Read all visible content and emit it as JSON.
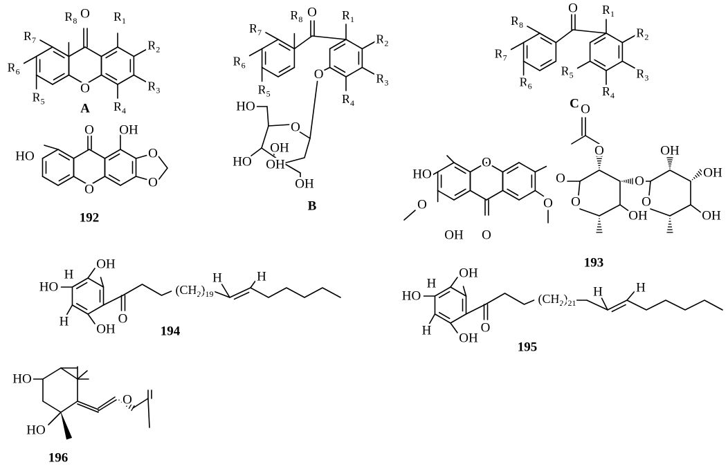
{
  "atoms": {
    "O": "O",
    "OH": "OH",
    "HO": "HO",
    "H": "H",
    "R": "R"
  },
  "structures": [
    {
      "id": "A",
      "substituents": [
        "R1",
        "R2",
        "R3",
        "R4",
        "R5",
        "R6",
        "R7",
        "R8"
      ]
    },
    {
      "id": "B",
      "substituents": [
        "R1",
        "R2",
        "R3",
        "R4",
        "R5",
        "R6",
        "R7",
        "R8"
      ]
    },
    {
      "id": "C",
      "substituents": [
        "R1",
        "R2",
        "R3",
        "R4",
        "R5",
        "R6",
        "R7",
        "R8"
      ]
    },
    {
      "id": "192"
    },
    {
      "id": "193"
    },
    {
      "id": "194",
      "chain": "(CH2)19"
    },
    {
      "id": "195",
      "chain": "(CH2)21"
    },
    {
      "id": "196"
    }
  ],
  "labels": {
    "A": "A",
    "B": "B",
    "C": "C",
    "c192": "192",
    "c193": "193",
    "c194": "194",
    "c195": "195",
    "c196": "196",
    "ch2": "(CH",
    "ch2sub": "2",
    "ch2close": ")",
    "n19": "19",
    "n21": "21"
  }
}
